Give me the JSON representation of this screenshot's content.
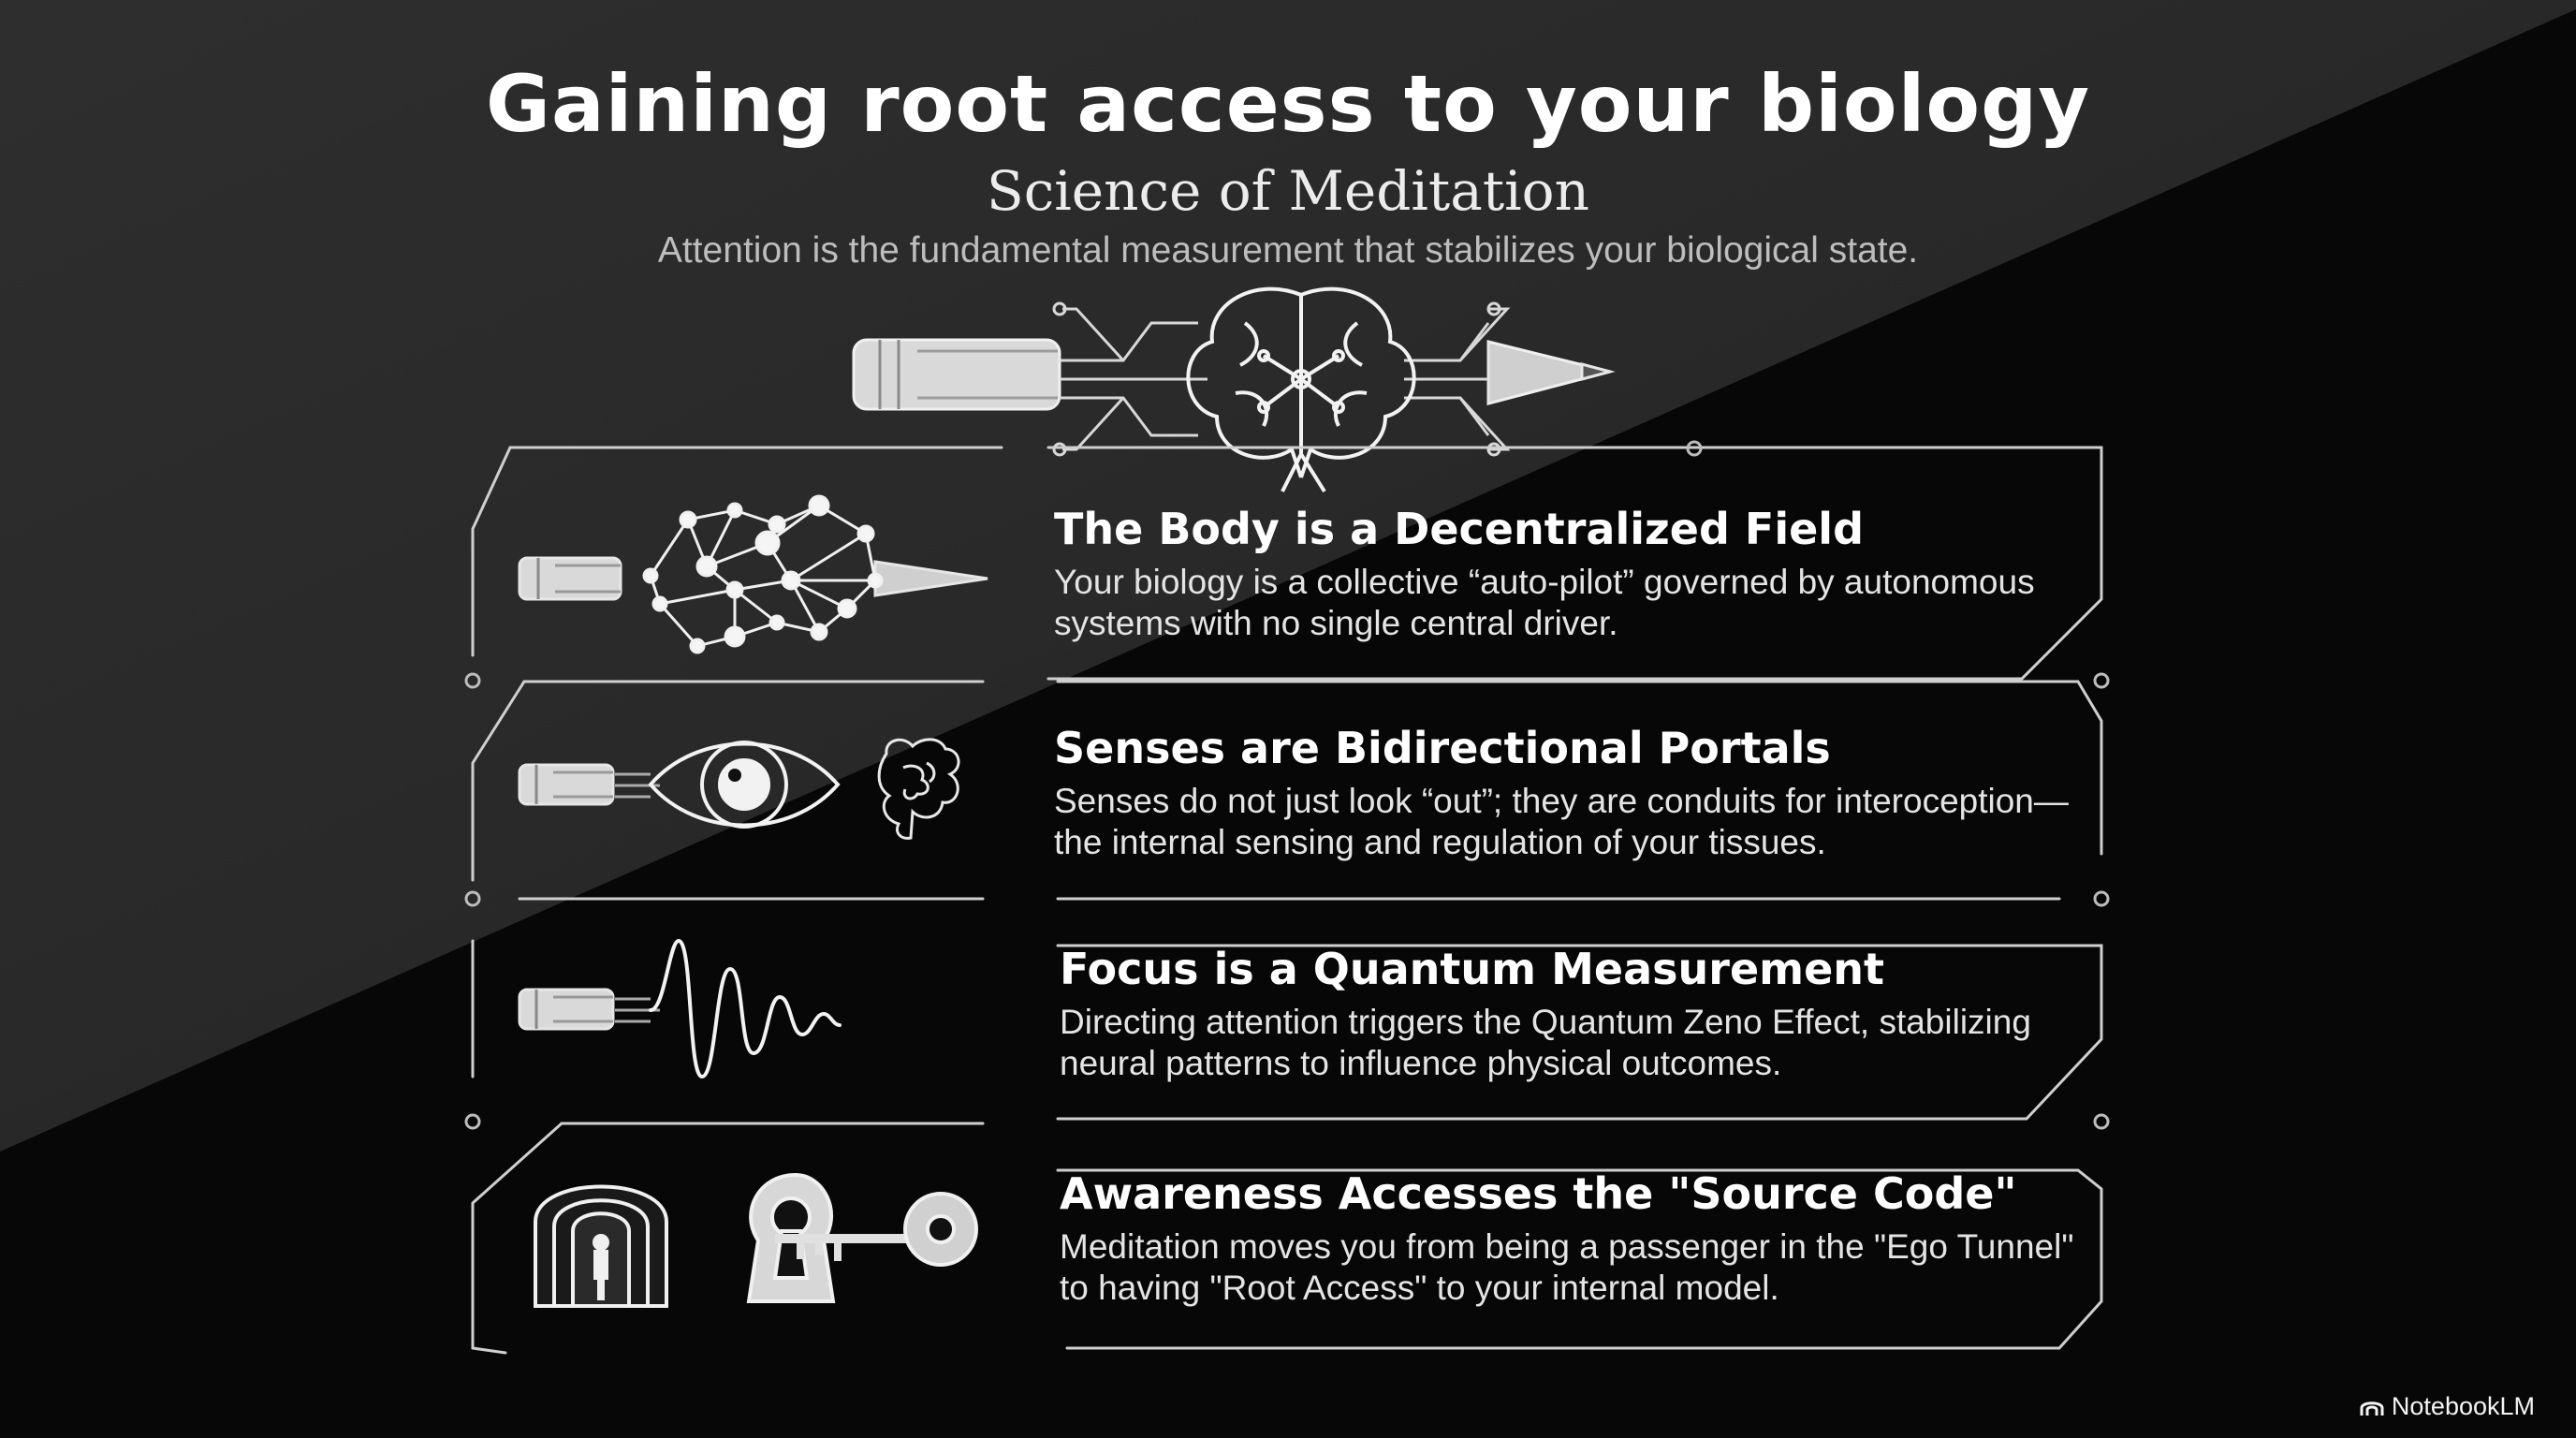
{
  "header": {
    "title": "Gaining root access to your biology",
    "subtitle": "Science of Meditation",
    "tagline": "Attention is the fundamental measurement that stabilizes your biological state."
  },
  "sections": [
    {
      "title": "The Body is a Decentralized Field",
      "description": "Your biology is a collective “auto-pilot” governed by autonomous systems with no single central driver.",
      "icons": [
        "pencil-icon",
        "network-icon"
      ]
    },
    {
      "title": "Senses are Bidirectional Portals",
      "description": "Senses do not just look “out”; they are conduits for interoception—the internal sensing and regulation of your tissues.",
      "icons": [
        "pencil-icon",
        "eye-icon",
        "gut-icon"
      ]
    },
    {
      "title": "Focus is a Quantum Measurement",
      "description": "Directing attention triggers the Quantum Zeno Effect, stabilizing neural patterns to influence physical outcomes.",
      "icons": [
        "pencil-icon",
        "wave-icon"
      ]
    },
    {
      "title": "Awareness Accesses the \"Source Code\"",
      "description": "Meditation moves you from being a passenger in the \"Ego Tunnel\" to having \"Root Access\" to your internal model.",
      "icons": [
        "tunnel-icon",
        "keyhole-key-icon"
      ]
    }
  ],
  "hero_icons": [
    "pencil-icon",
    "brain-circuit-icon"
  ],
  "branding": {
    "name": "NotebookLM",
    "icon": "notebooklm-logo-icon"
  },
  "colors": {
    "background_light": "#2a2a2a",
    "background_dark": "#070707",
    "text": "#ffffff",
    "line": "#cfcfcf"
  }
}
